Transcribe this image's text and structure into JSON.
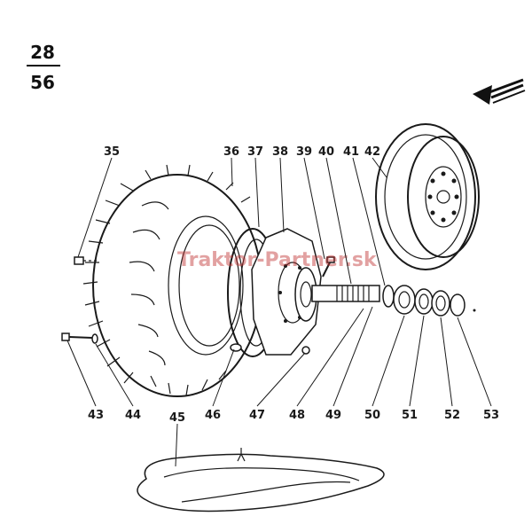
{
  "page": {
    "number_top": "28",
    "number_bottom": "56"
  },
  "watermark": {
    "text": "Traktor-Partner.sk"
  },
  "parts": [
    {
      "id": "35",
      "label": "35"
    },
    {
      "id": "36",
      "label": "36"
    },
    {
      "id": "37",
      "label": "37"
    },
    {
      "id": "38",
      "label": "38"
    },
    {
      "id": "39",
      "label": "39"
    },
    {
      "id": "40",
      "label": "40"
    },
    {
      "id": "41",
      "label": "41"
    },
    {
      "id": "42",
      "label": "42"
    },
    {
      "id": "43",
      "label": "43"
    },
    {
      "id": "44",
      "label": "44"
    },
    {
      "id": "45",
      "label": "45"
    },
    {
      "id": "46",
      "label": "46"
    },
    {
      "id": "47",
      "label": "47"
    },
    {
      "id": "48",
      "label": "48"
    },
    {
      "id": "49",
      "label": "49"
    },
    {
      "id": "50",
      "label": "50"
    },
    {
      "id": "51",
      "label": "51"
    },
    {
      "id": "52",
      "label": "52"
    },
    {
      "id": "53",
      "label": "53"
    }
  ],
  "icons": {
    "direction": "direction-arrow-icon"
  }
}
